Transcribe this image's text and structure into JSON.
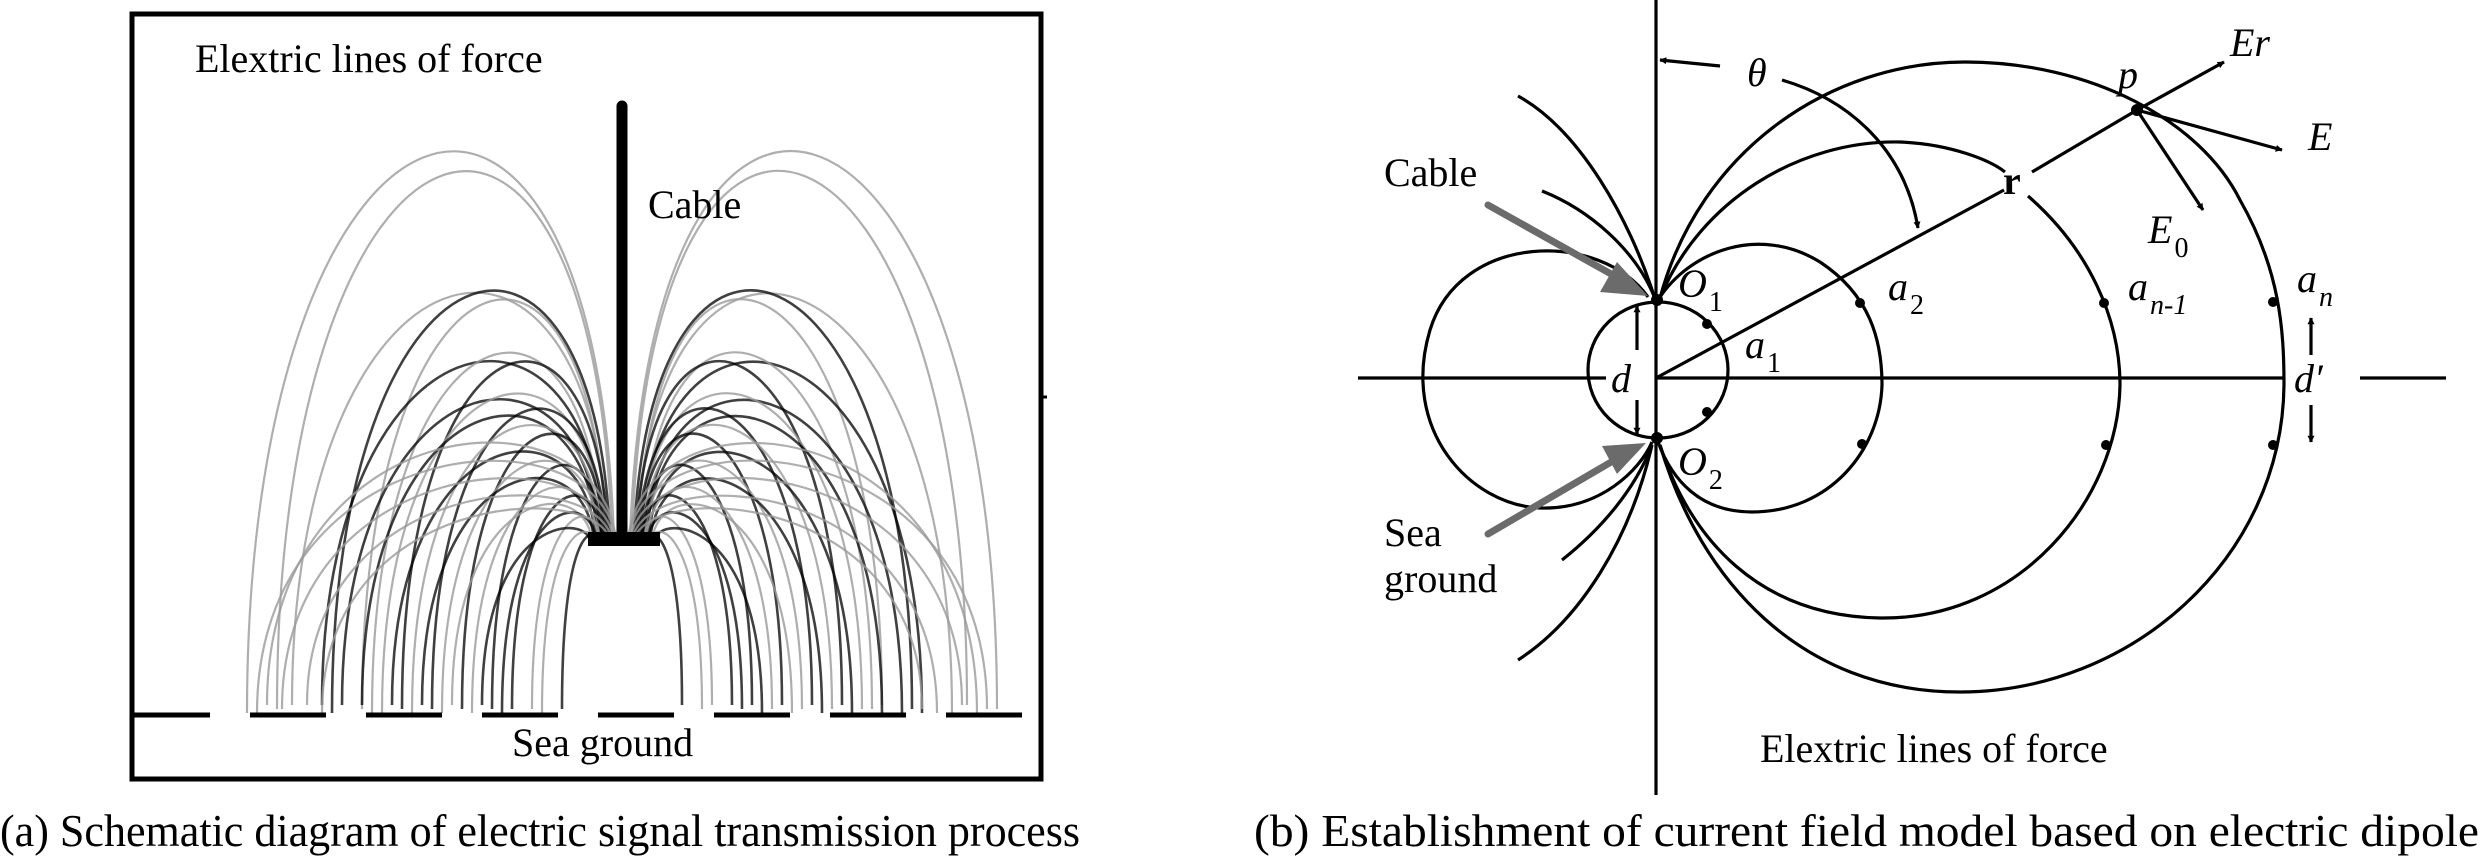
{
  "figure": {
    "panel_a": {
      "caption": "(a) Schematic diagram of electric signal transmission process",
      "labels": {
        "lines_of_force": "Elextric lines of force",
        "cable": "Cable",
        "sea_ground": "Sea ground"
      }
    },
    "panel_b": {
      "caption": "(b) Establishment of current field model based on electric dipole",
      "labels": {
        "cable": "Cable",
        "sea": "Sea",
        "ground": "ground",
        "lines_of_force": "Elextric lines of force",
        "theta": "θ",
        "r": "r",
        "p": "p",
        "er": "Er",
        "e": "E",
        "e0_main": "E",
        "e0_sub": "0",
        "d": "d",
        "d_prime": "d′",
        "o1_main": "O",
        "o1_sub": "1",
        "o2_main": "O",
        "o2_sub": "2",
        "a1_main": "a",
        "a1_sub": "1",
        "a2_main": "a",
        "a2_sub": "2",
        "an1_main": "a",
        "an1_sub": "n-1",
        "an_main": "a",
        "an_sub": "n"
      }
    }
  },
  "colors": {
    "ink": "#000000",
    "pointer_arrow": "#6b6b6b",
    "faint_field_line": "#9a9a9a"
  }
}
